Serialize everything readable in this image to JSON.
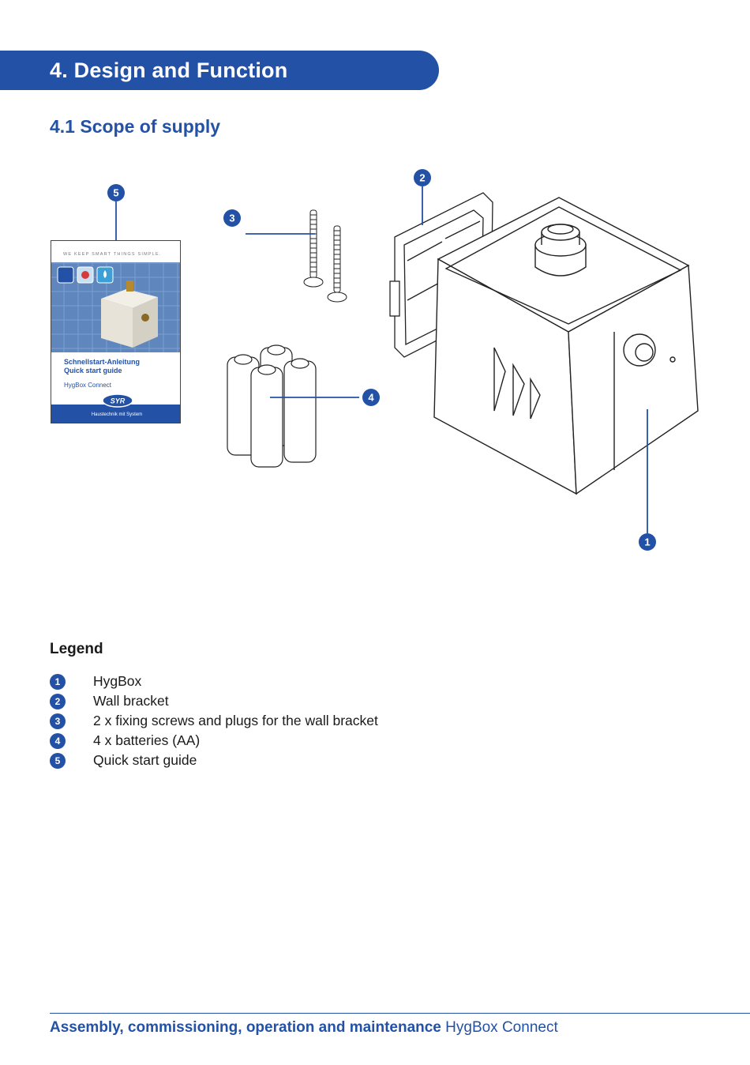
{
  "chapter": {
    "title": "4. Design and Function"
  },
  "section": {
    "title": "4.1  Scope of supply"
  },
  "figure": {
    "callouts": [
      "1",
      "2",
      "3",
      "4",
      "5"
    ],
    "guide": {
      "tagline": "WE KEEP SMART THINGS SIMPLE.",
      "title_de": "Schnellstart-Anleitung",
      "title_en": "Quick start guide",
      "product": "HygBox Connect",
      "brand": "SYR",
      "slogan": "Haustechnik mit System"
    }
  },
  "legend": {
    "heading": "Legend",
    "items": [
      {
        "num": "1",
        "text": "HygBox"
      },
      {
        "num": "2",
        "text": "Wall bracket"
      },
      {
        "num": "3",
        "text": "2 x fixing screws and plugs for the wall bracket"
      },
      {
        "num": "4",
        "text": "4 x batteries (AA)"
      },
      {
        "num": "5",
        "text": "Quick start guide"
      }
    ]
  },
  "footer": {
    "bold": "Assembly, commissioning, operation and maintenance",
    "normal": " HygBox Connect"
  },
  "colors": {
    "accent": "#2351a6"
  }
}
